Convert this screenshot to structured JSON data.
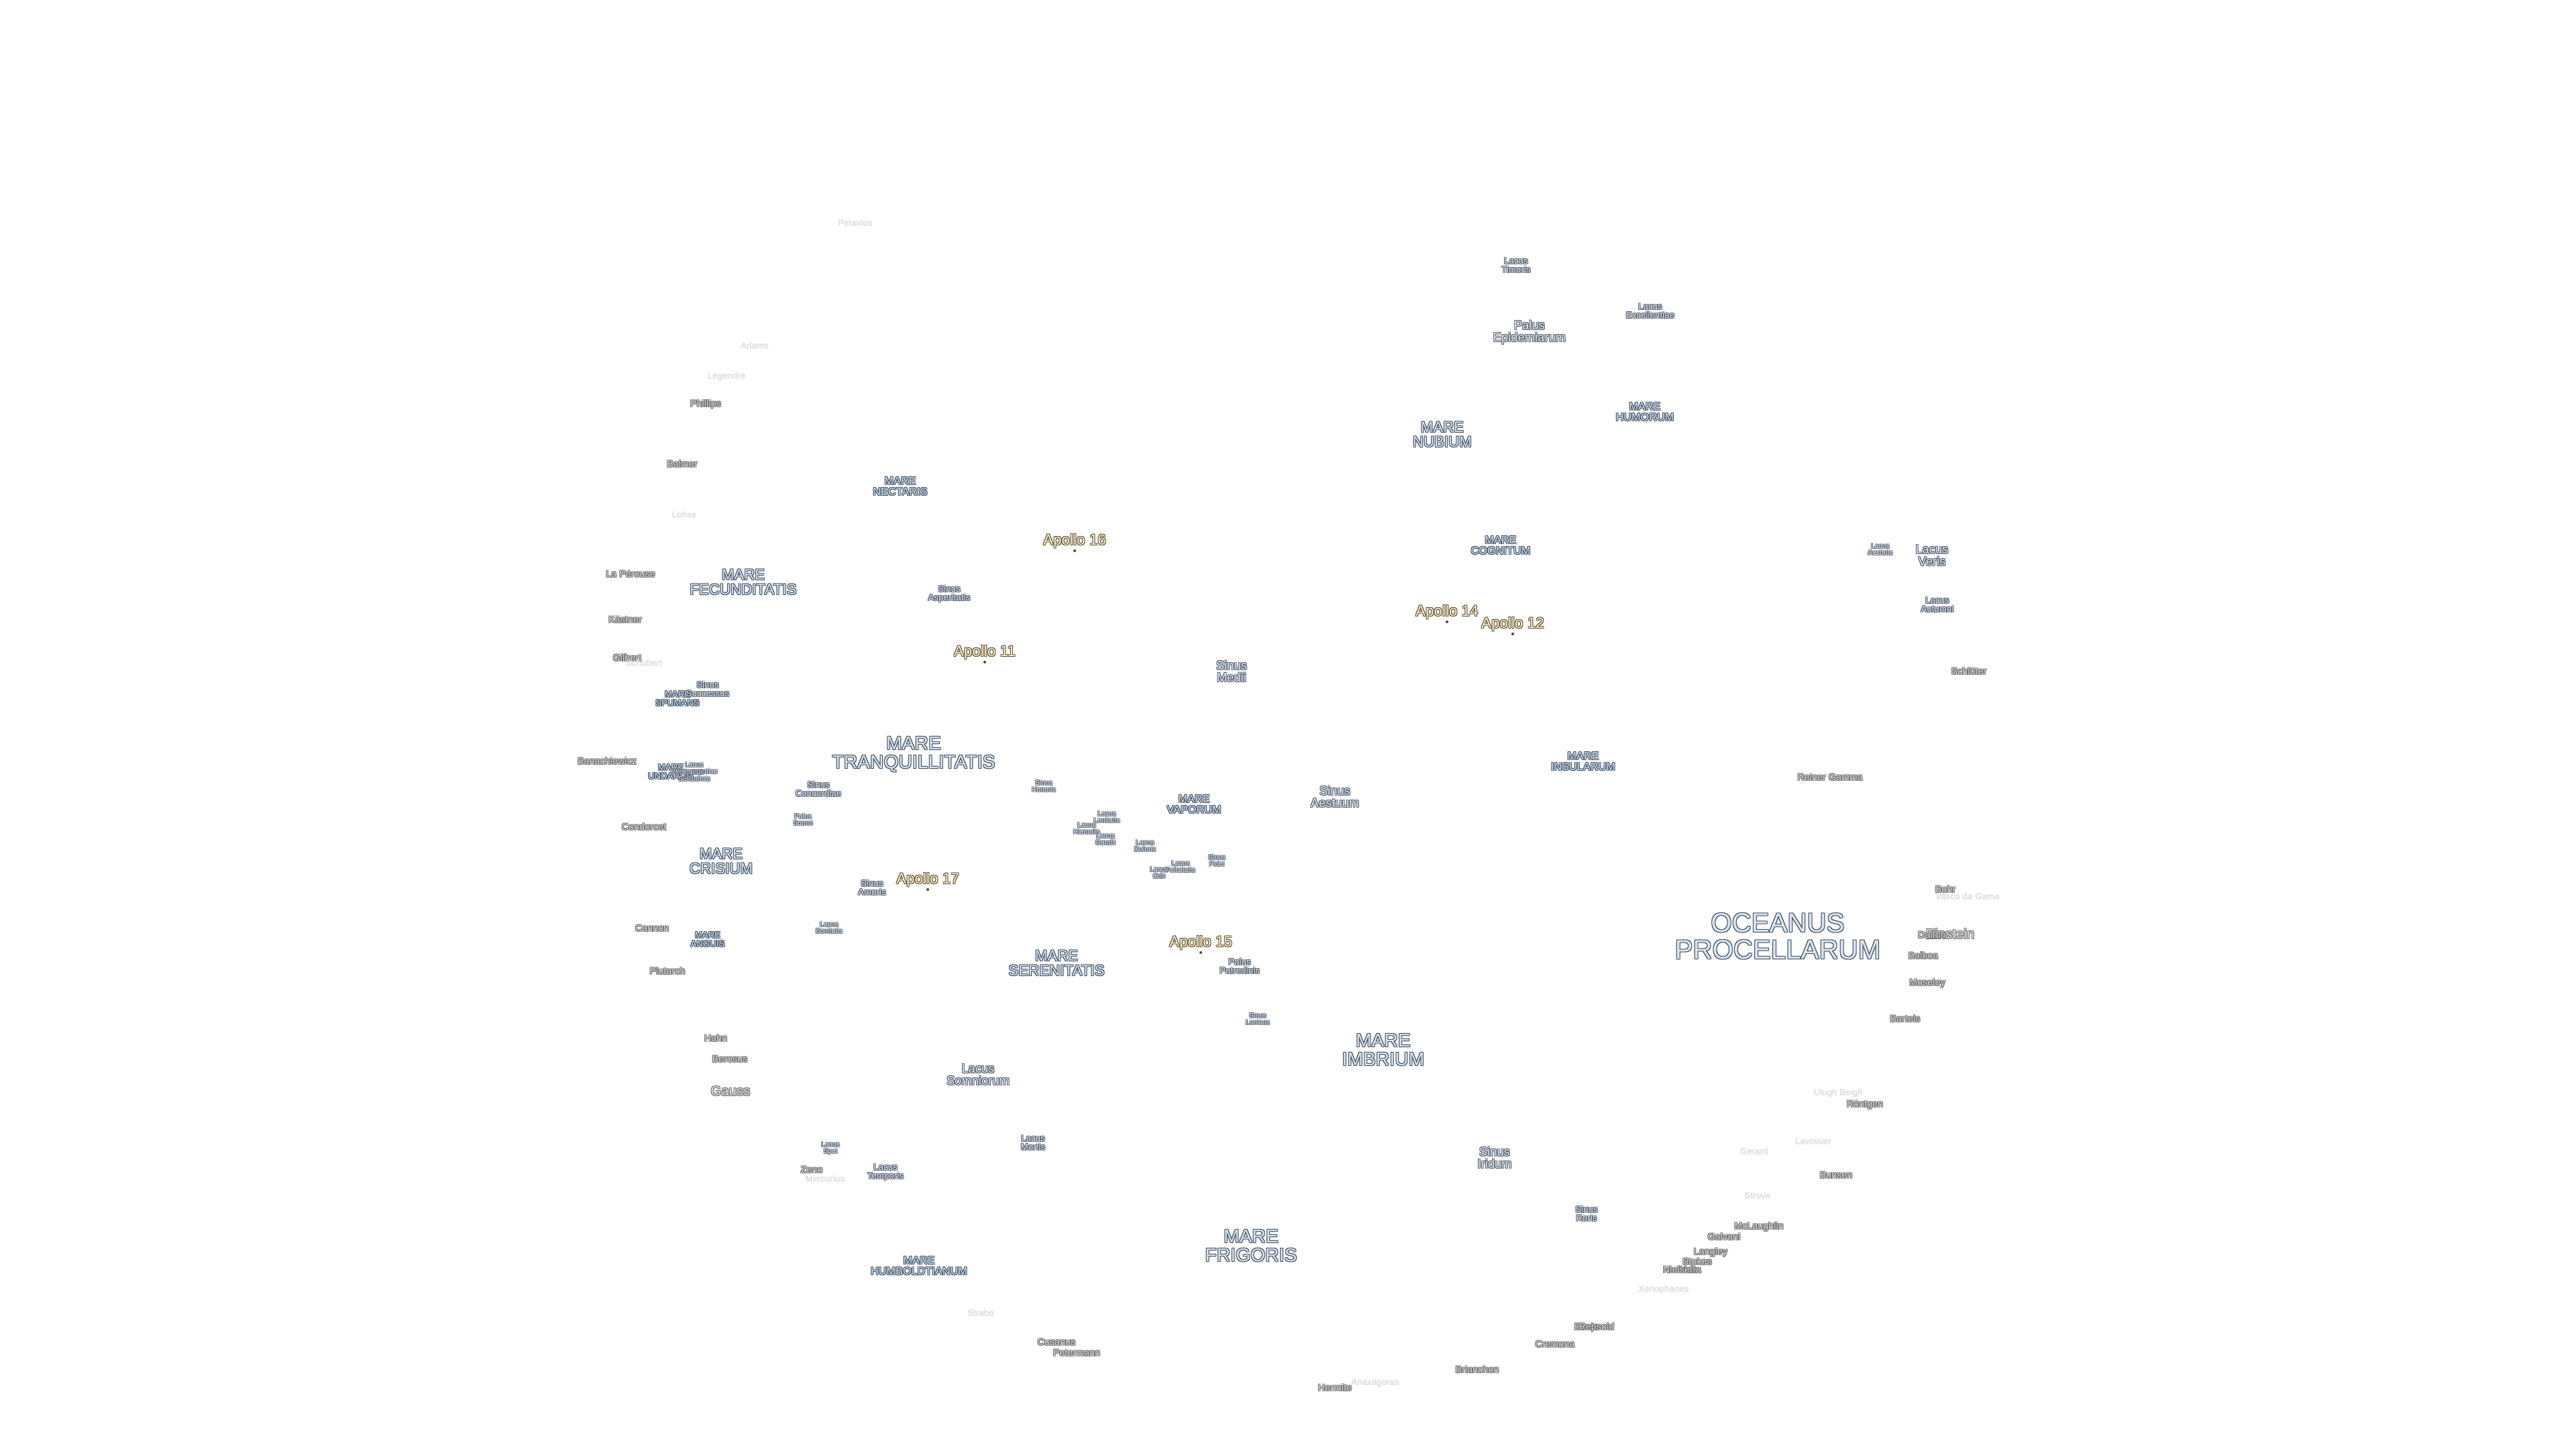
{
  "maria": [
    {
      "text": "OCEANUS\nPROCELLARUM"
    },
    {
      "text": "MARE\nIMBRIUM"
    },
    {
      "text": "MARE\nFRIGORIS"
    },
    {
      "text": "MARE\nTRANQUILLITATIS"
    },
    {
      "text": "MARE\nSERENITATIS"
    },
    {
      "text": "MARE\nFECUNDITATIS"
    },
    {
      "text": "MARE\nCRISIUM"
    },
    {
      "text": "MARE\nNUBIUM"
    },
    {
      "text": "MARE\nHUMORUM"
    },
    {
      "text": "MARE\nNECTARIS"
    },
    {
      "text": "MARE\nINSULARUM"
    },
    {
      "text": "MARE\nCOGNITUM"
    },
    {
      "text": "MARE\nVAPORUM"
    },
    {
      "text": "MARE\nHUMBOLDTIANUM"
    },
    {
      "text": "MARE\nANGUIS"
    },
    {
      "text": "MARE\nSPUMANS"
    },
    {
      "text": "MARE\nUNDARUM"
    }
  ],
  "features": [
    {
      "text": "Lacus\nSomniorum"
    },
    {
      "text": "Sinus\nIridum"
    },
    {
      "text": "Sinus\nAestuum"
    },
    {
      "text": "Sinus\nMedii"
    },
    {
      "text": "Palus\nEpidemiarum"
    },
    {
      "text": "Lacus\nTimoris"
    },
    {
      "text": "Lacus\nExcellentiae"
    },
    {
      "text": "Lacus\nVeris"
    },
    {
      "text": "Lacus\nAutumni"
    },
    {
      "text": "Lacus\nAestatis"
    },
    {
      "text": "Sinus\nAsperitatis"
    },
    {
      "text": "Sinus\nSuccessus"
    },
    {
      "text": "Sinus\nConcordiae"
    },
    {
      "text": "Palus\nSomni"
    },
    {
      "text": "Sinus\nAmoris"
    },
    {
      "text": "Lacus\nBonitatis"
    },
    {
      "text": "Sinus\nHonoris"
    },
    {
      "text": "Lacus\nLenitatis"
    },
    {
      "text": "Lacus\nHiemalis"
    },
    {
      "text": "Lacus\nGaudii"
    },
    {
      "text": "Lacus\nDoloris"
    },
    {
      "text": "Lacus\nOdii"
    },
    {
      "text": "Lacus\nFelicitatis"
    },
    {
      "text": "Sinus\nFidei"
    },
    {
      "text": "Palus\nPutredinis"
    },
    {
      "text": "Sinus\nLunicus"
    },
    {
      "text": "Lacus\nMortis"
    },
    {
      "text": "Lacus\nSpei"
    },
    {
      "text": "Lacus\nTemporis"
    },
    {
      "text": "Sinus\nRoris"
    },
    {
      "text": "Lacus\nPerseverantiae"
    },
    {
      "text": "Lacus\nSolitudinis"
    }
  ],
  "craters": [
    {
      "text": "Petavius",
      "faint": true
    },
    {
      "text": "Adams",
      "faint": true
    },
    {
      "text": "Legendre",
      "faint": true
    },
    {
      "text": "Phillips"
    },
    {
      "text": "Balmer"
    },
    {
      "text": "Lohse",
      "faint": true
    },
    {
      "text": "La Pérouse"
    },
    {
      "text": "Kästner"
    },
    {
      "text": "Gilbert"
    },
    {
      "text": "Schubert",
      "faint": true
    },
    {
      "text": "Banachiewicz"
    },
    {
      "text": "Condorcet"
    },
    {
      "text": "Cannon"
    },
    {
      "text": "Plutarch"
    },
    {
      "text": "Hahn"
    },
    {
      "text": "Berosus"
    },
    {
      "text": "Gauss",
      "large": true
    },
    {
      "text": "Zeno"
    },
    {
      "text": "Mercurius",
      "faint": true
    },
    {
      "text": "Strabo",
      "faint": true
    },
    {
      "text": "Cusanus"
    },
    {
      "text": "Petermann"
    },
    {
      "text": "Hermite"
    },
    {
      "text": "Anaxagoras",
      "faint": true
    },
    {
      "text": "Brianchon"
    },
    {
      "text": "Cremona"
    },
    {
      "text": "Boole"
    },
    {
      "text": "Repsold"
    },
    {
      "text": "Xenophanes",
      "faint": true
    },
    {
      "text": "Stokes"
    },
    {
      "text": "Langley"
    },
    {
      "text": "Galvani"
    },
    {
      "text": "McLaughlin"
    },
    {
      "text": "Volta"
    },
    {
      "text": "Nielsen"
    },
    {
      "text": "Bunsen"
    },
    {
      "text": "Lavoisier",
      "faint": true
    },
    {
      "text": "Ulugh Beigh",
      "faint": true
    },
    {
      "text": "Röntgen"
    },
    {
      "text": "Bartels"
    },
    {
      "text": "Moseley"
    },
    {
      "text": "Balboa"
    },
    {
      "text": "Einstein",
      "large": true
    },
    {
      "text": "Dalton"
    },
    {
      "text": "Vasco da Gama",
      "faint": true
    },
    {
      "text": "Bohr"
    },
    {
      "text": "Schlüter"
    },
    {
      "text": "Reiner Gamma"
    },
    {
      "text": "Struve",
      "faint": true
    },
    {
      "text": "Gerard",
      "faint": true
    }
  ],
  "apollo_sites": [
    {
      "text": "Apollo 11"
    },
    {
      "text": "Apollo 12"
    },
    {
      "text": "Apollo 14"
    },
    {
      "text": "Apollo 15"
    },
    {
      "text": "Apollo 16"
    },
    {
      "text": "Apollo 17"
    }
  ],
  "colors": {
    "background": "#ffffff",
    "mare_fill": "#dbe6ef",
    "mare_outline": "#3d4f63",
    "apollo_fill": "#fff3d8",
    "apollo_outline": "#5a4a2a"
  }
}
